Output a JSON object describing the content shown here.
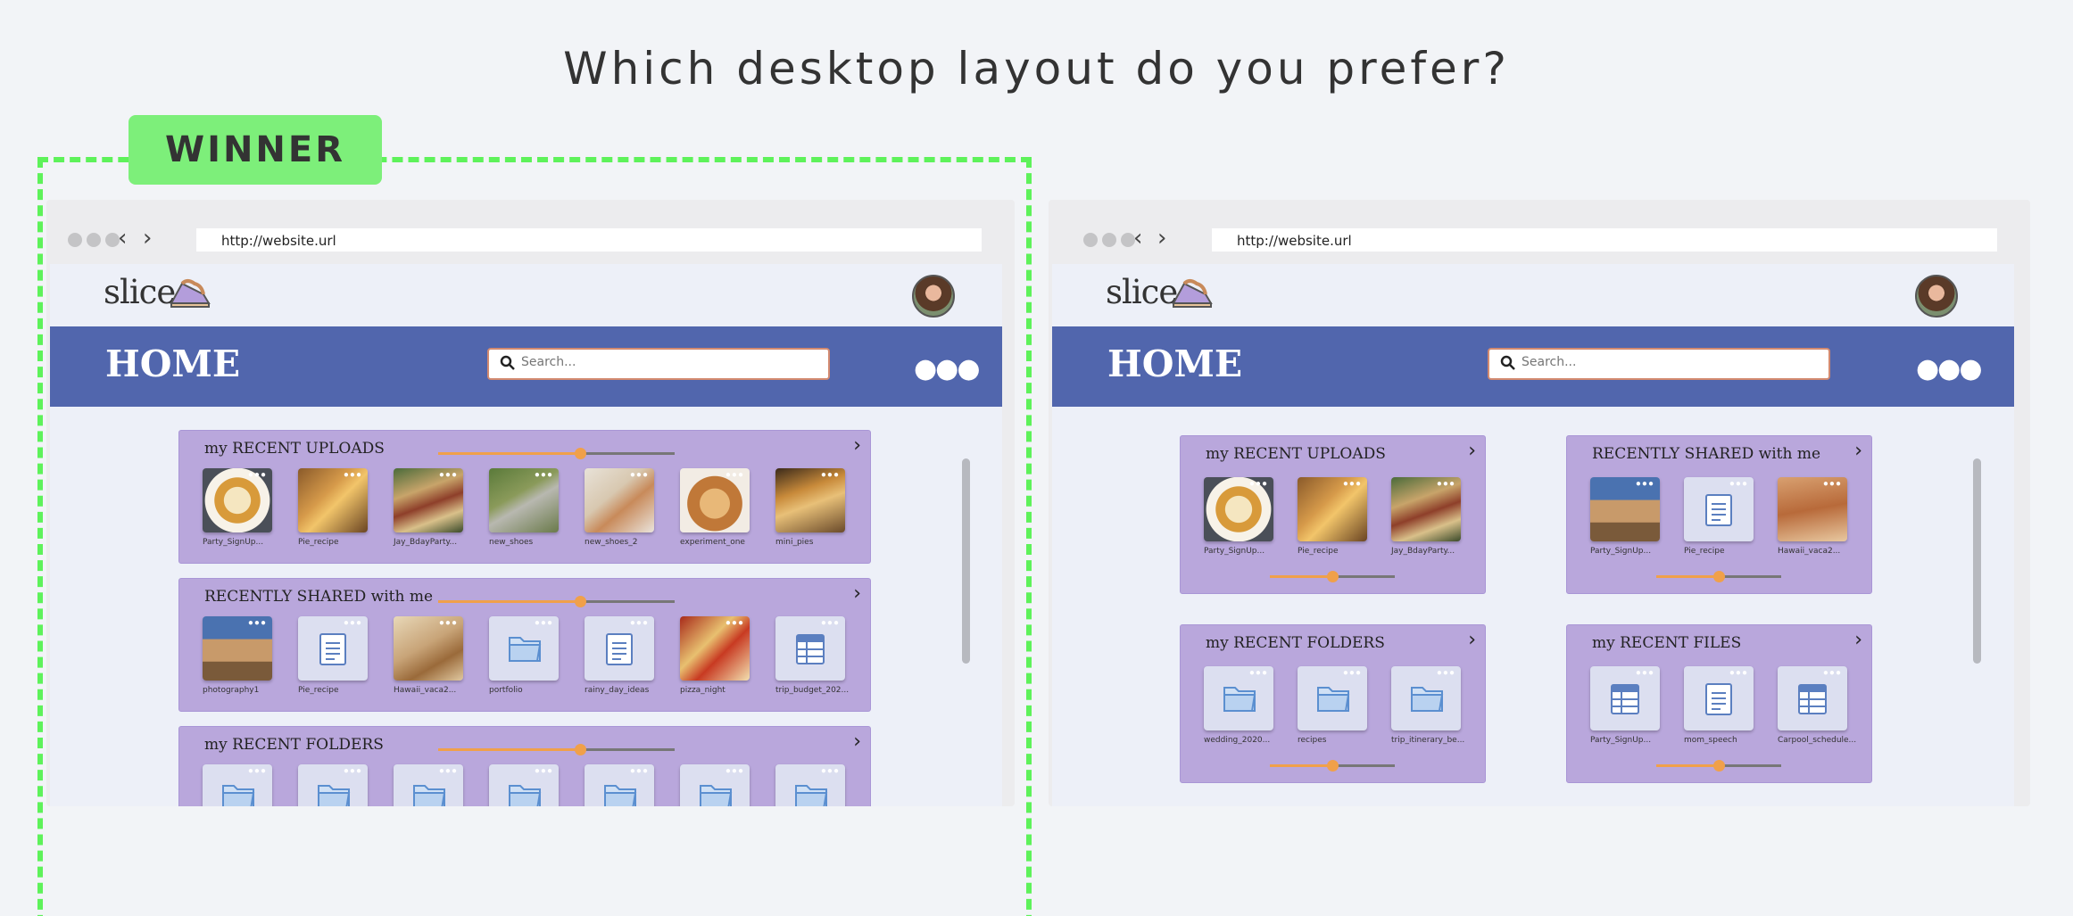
{
  "question": "Which desktop layout do you prefer?",
  "winner_label": "WINNER",
  "layouts": [
    {
      "url": "http://website.url",
      "logo": "slice",
      "home_title": "HOME",
      "search_placeholder": "Search...",
      "panels": [
        {
          "title": "my RECENT UPLOADS",
          "slider_value": 0.6,
          "items": [
            {
              "label": "Party_SignUp...",
              "kind": "photo"
            },
            {
              "label": "Pie_recipe",
              "kind": "photo"
            },
            {
              "label": "Jay_BdayParty...",
              "kind": "photo"
            },
            {
              "label": "new_shoes",
              "kind": "photo"
            },
            {
              "label": "new_shoes_2",
              "kind": "photo"
            },
            {
              "label": "experiment_one",
              "kind": "photo"
            },
            {
              "label": "mini_pies",
              "kind": "photo"
            }
          ]
        },
        {
          "title": "RECENTLY SHARED with me",
          "slider_value": 0.6,
          "items": [
            {
              "label": "photography1",
              "kind": "photo"
            },
            {
              "label": "Pie_recipe",
              "kind": "doc"
            },
            {
              "label": "Hawaii_vaca2...",
              "kind": "photo"
            },
            {
              "label": "portfolio",
              "kind": "folder"
            },
            {
              "label": "rainy_day_ideas",
              "kind": "doc"
            },
            {
              "label": "pizza_night",
              "kind": "photo"
            },
            {
              "label": "trip_budget_202...",
              "kind": "sheet"
            }
          ]
        },
        {
          "title": "my RECENT FOLDERS",
          "slider_value": 0.6,
          "items": [
            {
              "label": "",
              "kind": "folder"
            },
            {
              "label": "",
              "kind": "folder"
            },
            {
              "label": "",
              "kind": "folder"
            },
            {
              "label": "",
              "kind": "folder"
            },
            {
              "label": "",
              "kind": "folder"
            },
            {
              "label": "",
              "kind": "folder"
            },
            {
              "label": "",
              "kind": "folder"
            }
          ]
        }
      ]
    },
    {
      "url": "http://website.url",
      "logo": "slice",
      "home_title": "HOME",
      "search_placeholder": "Search...",
      "panels": [
        {
          "title": "my RECENT UPLOADS",
          "slider_value": 0.5,
          "items": [
            {
              "label": "Party_SignUp...",
              "kind": "photo"
            },
            {
              "label": "Pie_recipe",
              "kind": "photo"
            },
            {
              "label": "Jay_BdayParty...",
              "kind": "photo"
            }
          ]
        },
        {
          "title": "RECENTLY SHARED with me",
          "slider_value": 0.5,
          "items": [
            {
              "label": "Party_SignUp...",
              "kind": "photo"
            },
            {
              "label": "Pie_recipe",
              "kind": "doc"
            },
            {
              "label": "Hawaii_vaca2...",
              "kind": "photo"
            }
          ]
        },
        {
          "title": "my RECENT FOLDERS",
          "slider_value": 0.5,
          "items": [
            {
              "label": "wedding_2020...",
              "kind": "folder"
            },
            {
              "label": "recipes",
              "kind": "folder"
            },
            {
              "label": "trip_itinerary_be...",
              "kind": "folder"
            }
          ]
        },
        {
          "title": "my RECENT FILES",
          "slider_value": 0.5,
          "items": [
            {
              "label": "Party_SignUp...",
              "kind": "sheet"
            },
            {
              "label": "mom_speech",
              "kind": "doc"
            },
            {
              "label": "Carpool_schedule...",
              "kind": "sheet"
            }
          ]
        }
      ]
    }
  ]
}
